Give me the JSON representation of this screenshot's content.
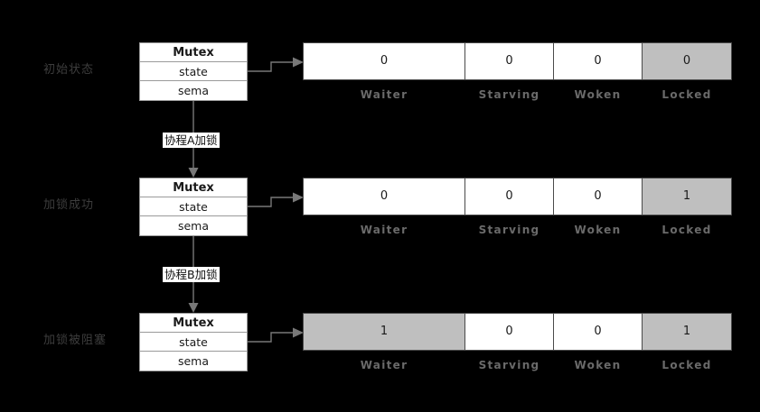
{
  "diagram": {
    "background_color": "#000000",
    "highlight_color": "#bfbfbf",
    "caption_color": "#6a6a6a",
    "rows": [
      {
        "state_label": "初始状态",
        "struct": {
          "title": "Mutex",
          "fields": [
            "state",
            "sema"
          ]
        },
        "bits": [
          {
            "caption": "Waiter",
            "value": "0",
            "highlighted": false
          },
          {
            "caption": "Starving",
            "value": "0",
            "highlighted": false
          },
          {
            "caption": "Woken",
            "value": "0",
            "highlighted": false
          },
          {
            "caption": "Locked",
            "value": "0",
            "highlighted": true
          }
        ]
      },
      {
        "state_label": "加锁成功",
        "struct": {
          "title": "Mutex",
          "fields": [
            "state",
            "sema"
          ]
        },
        "bits": [
          {
            "caption": "Waiter",
            "value": "0",
            "highlighted": false
          },
          {
            "caption": "Starving",
            "value": "0",
            "highlighted": false
          },
          {
            "caption": "Woken",
            "value": "0",
            "highlighted": false
          },
          {
            "caption": "Locked",
            "value": "1",
            "highlighted": true
          }
        ]
      },
      {
        "state_label": "加锁被阻塞",
        "struct": {
          "title": "Mutex",
          "fields": [
            "state",
            "sema"
          ]
        },
        "bits": [
          {
            "caption": "Waiter",
            "value": "1",
            "highlighted": true
          },
          {
            "caption": "Starving",
            "value": "0",
            "highlighted": false
          },
          {
            "caption": "Woken",
            "value": "0",
            "highlighted": false
          },
          {
            "caption": "Locked",
            "value": "1",
            "highlighted": true
          }
        ]
      }
    ],
    "transitions": [
      {
        "label": "协程A加锁"
      },
      {
        "label": "协程B加锁"
      }
    ]
  }
}
